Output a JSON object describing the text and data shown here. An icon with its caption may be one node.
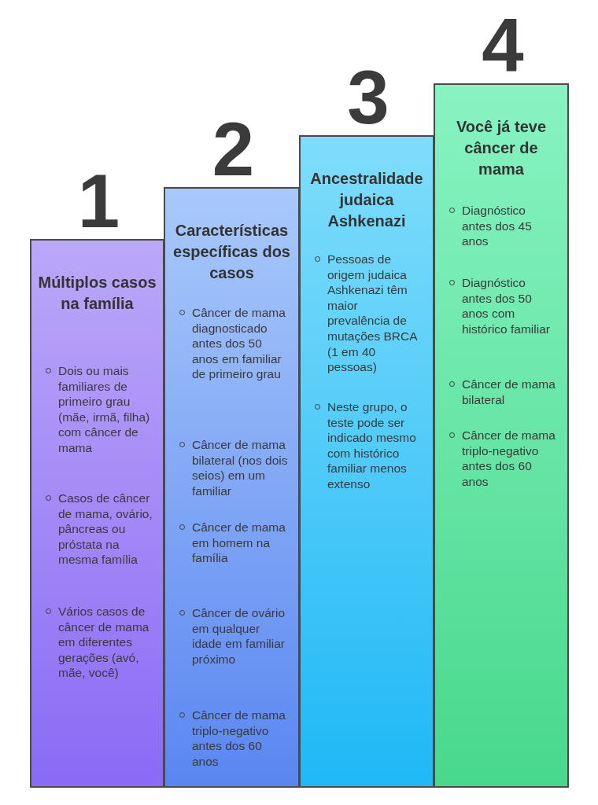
{
  "diagram": {
    "nodes": [
      {
        "text": [
          "1",
          "Múltiplos casos na família",
          "Dois ou mais familiares de primeiro grau (mãe, irmã, filha) com câncer de mama",
          "Casos de câncer de mama, ovário, pâncreas ou próstata na mesma família",
          "Vários casos de câncer de mama em diferentes gerações (avó, mãe, você)"
        ]
      },
      {
        "text": [
          "2",
          "Características específicas dos casos",
          "Câncer de mama diagnosticado antes dos 50 anos em familiar de primeiro grau",
          "Câncer de mama bilateral (nos dois seios) em um familiar",
          "Câncer de mama em homem na família",
          "Câncer de ovário em qualquer idade em familiar próximo",
          "Câncer de mama triplo-negativo antes dos 60 anos"
        ]
      },
      {
        "text": [
          "3",
          "Ancestralidade judaica Ashkenazi",
          "Pessoas de origem judaica Ashkenazi têm maior prevalência de mutações BRCA (1 em 40 pessoas)",
          "Neste grupo, o teste pode ser indicado mesmo com histórico familiar menos extenso"
        ]
      },
      {
        "text": [
          "4",
          "Você já teve câncer de mama",
          "Diagnóstico antes dos 45 anos",
          "Diagnóstico antes dos 50 anos com histórico familiar",
          "Câncer de mama bilateral",
          "Câncer de mama triplo-negativo antes dos 60 anos"
        ]
      }
    ]
  }
}
